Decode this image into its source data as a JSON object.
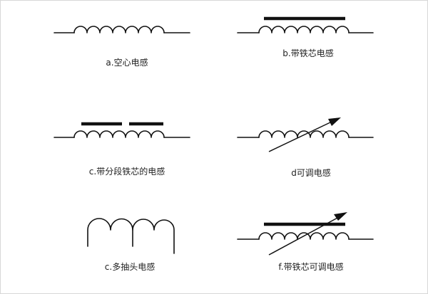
{
  "colors": {
    "line": "#111111",
    "text": "#222222",
    "background": "#ffffff",
    "border": "#d8d8d8"
  },
  "captions": {
    "a": "a.空心电感",
    "b": "b.带铁芯电感",
    "c": "c.带分段铁芯的电感",
    "d": "d可调电感",
    "e": "c.多抽头电感",
    "f": "f.带铁芯可调电感"
  }
}
